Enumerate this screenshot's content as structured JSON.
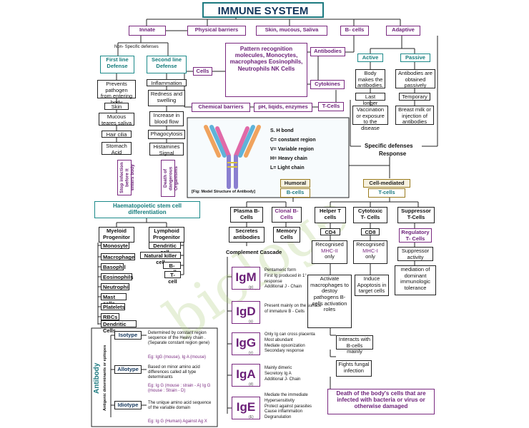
{
  "title": "IMMUNE SYSTEM",
  "top": {
    "innate": "Innate",
    "physical": "Physical barriers",
    "skin": "Skin, mucous, Saliva",
    "bcells": "B- cells",
    "adaptive": "Adaptive"
  },
  "innate": {
    "nonspecific": "Non- Specific defenses",
    "first": "First line Defense",
    "second": "Second line Defense",
    "first_items": [
      "Prevents pathogen from entering body",
      "Skin",
      "Mucous teares saliva",
      "Hair cilia",
      "Stomach Acid"
    ],
    "second_items": [
      "Inflammation",
      "Redness and swelling",
      "Increase in blood flow",
      "Phagocytosis",
      "Histamines Signal"
    ],
    "first_note": "Stop infection before it enters body",
    "second_note": "Death of dangerous Organisms"
  },
  "center": {
    "pattern": "Pattern recognition molecules, Monocytes, macrophages Eosinophils, Neutrophils NK Cells",
    "cells": "Cells",
    "antibodies": "Antibodies",
    "cytokines": "Cytokines",
    "chemical": "Chemical barriers",
    "ph": "pH, liqids, enzymes",
    "tcells": "T-Cells"
  },
  "adaptive": {
    "active": "Active",
    "passive": "Passive",
    "active_items": [
      "Body makes the antibodies.",
      "Last longer",
      "Vaccination or exposure to the disease"
    ],
    "passive_items": [
      "Antibodies are obtained passively",
      "Temporary",
      "Breast milk or injection of antibodies"
    ]
  },
  "antibody_fig": {
    "legend": [
      "S. H bond",
      "C= constant region",
      "V= Variable region",
      "H= Heavy chain",
      "L= Light chain"
    ],
    "caption": "[Fig: Model Structure of Antibody]"
  },
  "specific": {
    "label": "Specific defenses",
    "response": "Response"
  },
  "humoral": {
    "title": "Humoral",
    "sub": "B-cells",
    "plasma": "Plasma B-Cells",
    "clonal": "Clonal B-Cells",
    "secretes": "Secretes antibodies",
    "memory": "Memory Cells",
    "complement": "Complement Cascade"
  },
  "cellmed": {
    "title": "Cell-mediated",
    "sub": "T-cells",
    "helper": "Helper T cells",
    "cytotoxic": "Cytotoxic T- Cells",
    "suppressor": "Suppressor T-Cells",
    "cd4": "CD4",
    "cd8": "CD8",
    "regulatory": "Regulatory T- Cells",
    "mhc2": [
      "Recognised",
      "MHC-II",
      "only"
    ],
    "mhc1": [
      "Recognised",
      "MHC-I",
      "only"
    ],
    "suppressor_activity": "Suppressor activity",
    "mediation": "mediation of dominant immunologic tolerance",
    "activate": "Activate macrophages to destoy pathogens B- cells activation roles",
    "induce": "Induce Apoptosis in target cells",
    "interacts": "Interacts with B-cells mainly",
    "fights": "Fights fungal infection",
    "death": "Death of the body's cells that are infected with bacteria or virus or otherwise damaged"
  },
  "haem": {
    "title": "Haematopoietic stem cell differentiation",
    "myeloid": "Myeloid Progenitor",
    "lymphoid": "Lymphoid Progenitor",
    "myeloid_items": [
      "Monosyte",
      "Macrophage",
      "Basophil",
      "Eosinophils",
      "Neutrophil",
      "Mast cells",
      "Platelets",
      "RBCs",
      "Dendritic Cells"
    ],
    "lymphoid_items": [
      "Dendritic cell",
      "Natural killer cell",
      "B-cell",
      "T-cell"
    ]
  },
  "antigen": {
    "antibody": "Antibody",
    "side": "Antigenic determinants or epitopes",
    "items": [
      {
        "name": "Isotype",
        "desc": "Determined by constant region sequence of the Heavy chain .(Separate constant region gene)",
        "eg": "Eg: IgG (mouse), Ig A (mouse)"
      },
      {
        "name": "Allotype",
        "desc": "Based on minor amino acid differences called all type determinants",
        "eg": "Eg: Ig G (mouse : strain - A)     Ig G (mouse : Strain - D)"
      },
      {
        "name": "Idiotype",
        "desc": "The unique amino acid sequence of the variable domain",
        "eg": "Eg: Ig G (Human) Against Ag X"
      }
    ]
  },
  "ig": [
    {
      "name": "IgM",
      "sub": "(p)",
      "points": [
        "Pentameric form",
        "First Ig produced in 1° response",
        "Additional J - Chain"
      ]
    },
    {
      "name": "IgD",
      "sub": "(s)",
      "points": [
        "Present mainly on the surface of immature B - Cells"
      ]
    },
    {
      "name": "IgG",
      "sub": "(v)",
      "points": [
        "Only Ig can cross placenta",
        "Most abundant",
        "Mediate opsonization",
        "Secondary response"
      ]
    },
    {
      "name": "IgA",
      "sub": "(d)",
      "points": [
        "Mainly dimeric",
        "Secretory Ig A",
        "Additional J- Chain"
      ]
    },
    {
      "name": "IgE",
      "sub": "(E)",
      "points": [
        "Mediate the immediate Hypersensitivity",
        "Protect against parasites",
        "Cause inflammation",
        "Degranulation"
      ]
    }
  ],
  "watermark": "biologe"
}
